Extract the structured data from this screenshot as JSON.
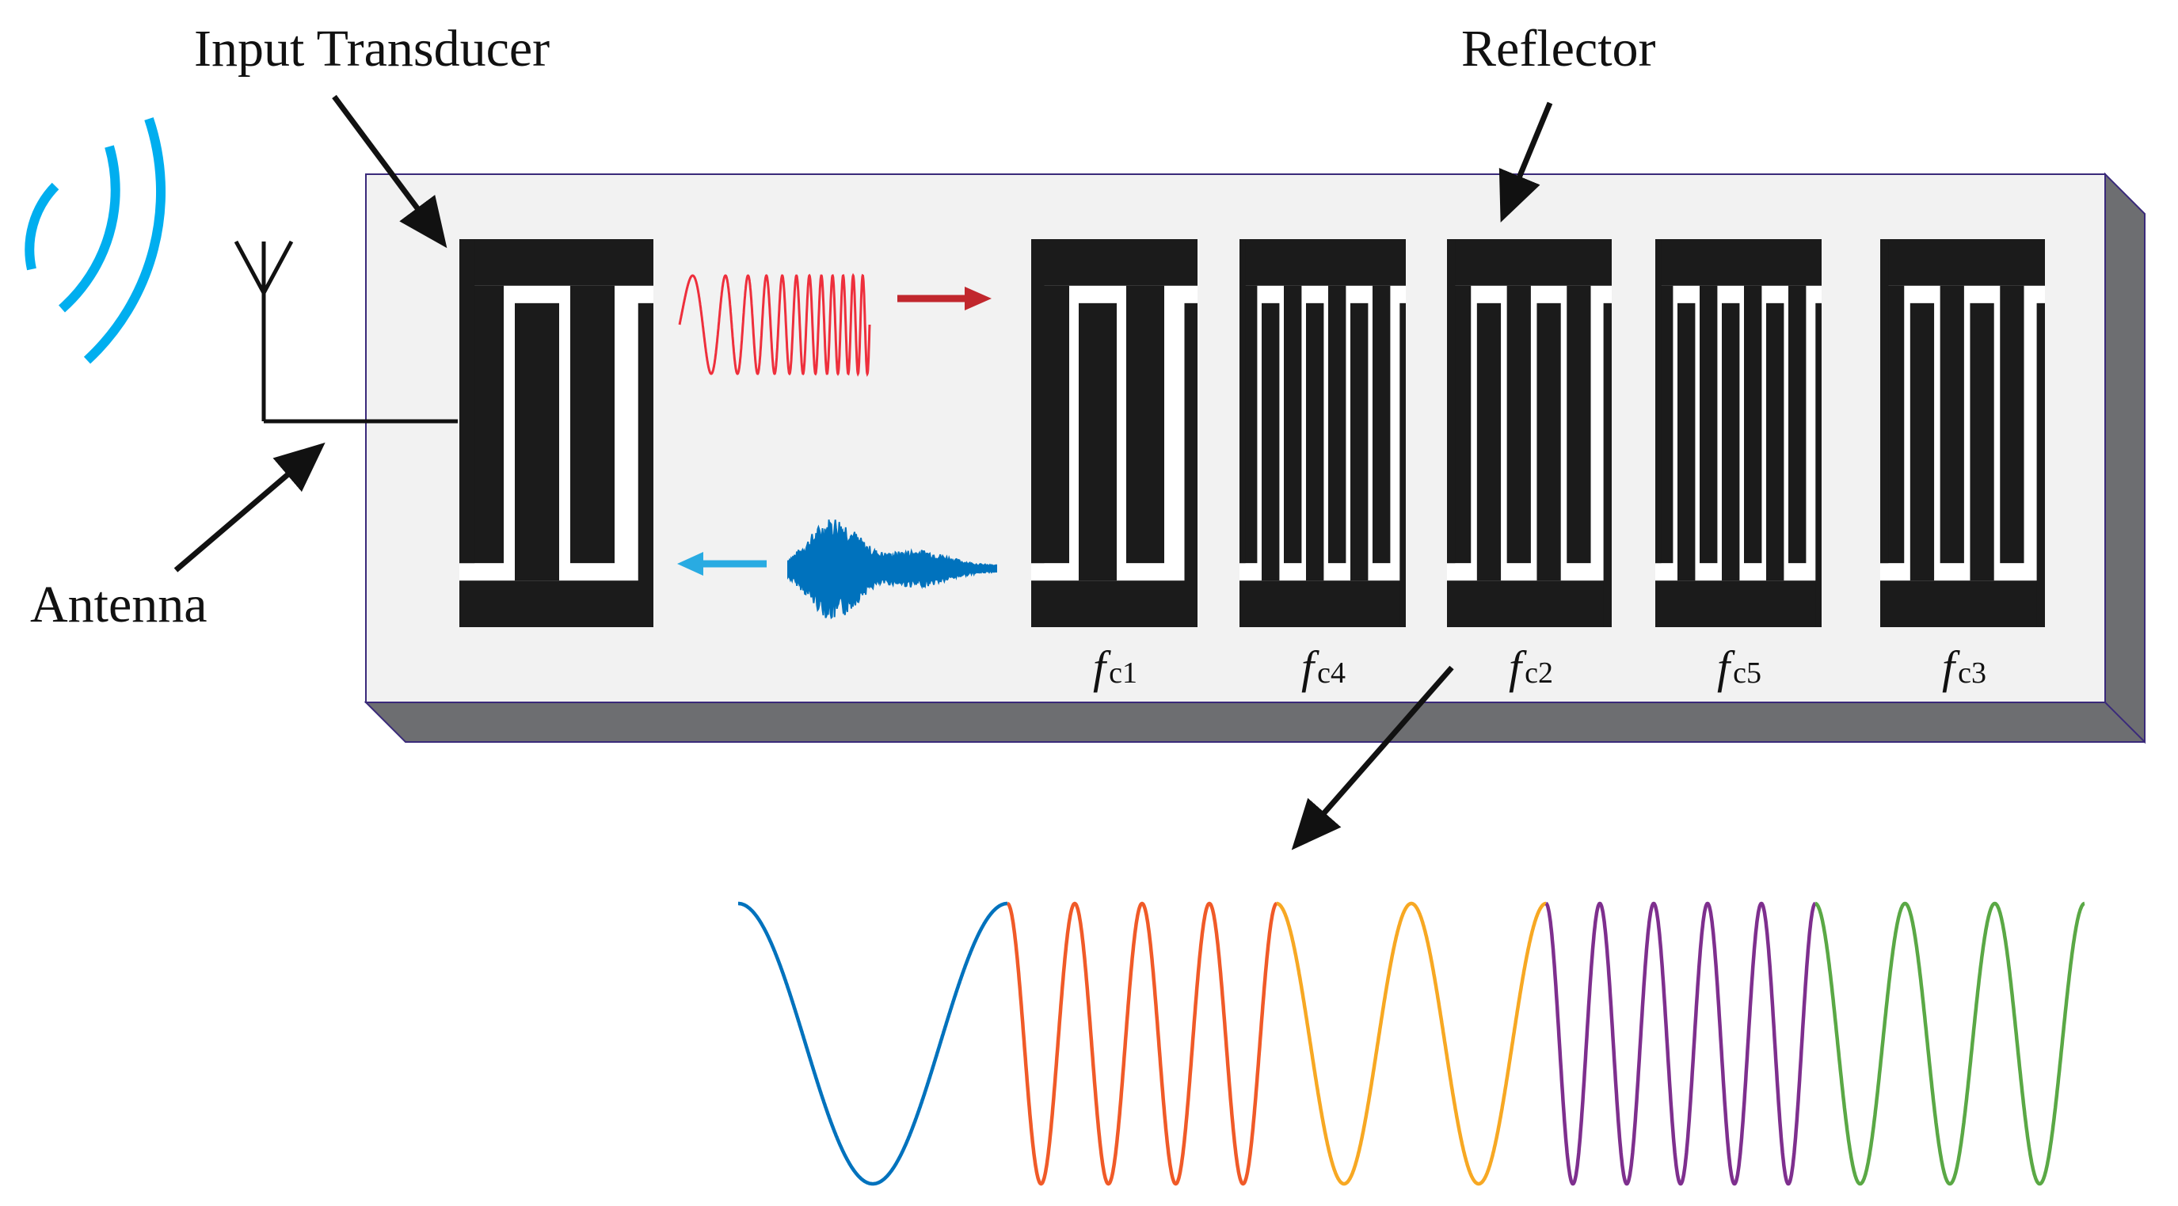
{
  "labels": {
    "input_transducer": "Input Transducer",
    "reflector": "Reflector",
    "antenna": "Antenna"
  },
  "reflectors": [
    {
      "f": "f",
      "sub": "c1",
      "fingers": 1
    },
    {
      "f": "f",
      "sub": "c4",
      "fingers": 3
    },
    {
      "f": "f",
      "sub": "c2",
      "fingers": 2
    },
    {
      "f": "f",
      "sub": "c5",
      "fingers": 3
    },
    {
      "f": "f",
      "sub": "c3",
      "fingers": 2
    }
  ],
  "colors": {
    "substrate_top": "#f2f2f2",
    "substrate_side": "#6d6e71",
    "electrode": "#1b1b1b",
    "waves": "#00aeef",
    "chirp": "#ee2f3c",
    "arrow_red": "#c1272d",
    "arrow_blue": "#29abe2",
    "response": "#0072bd",
    "seg_blue": "#0072bd",
    "seg_orange": "#f05a28",
    "seg_yellow": "#f7a823",
    "seg_purple": "#7e2f8e",
    "seg_green": "#5aa845"
  }
}
